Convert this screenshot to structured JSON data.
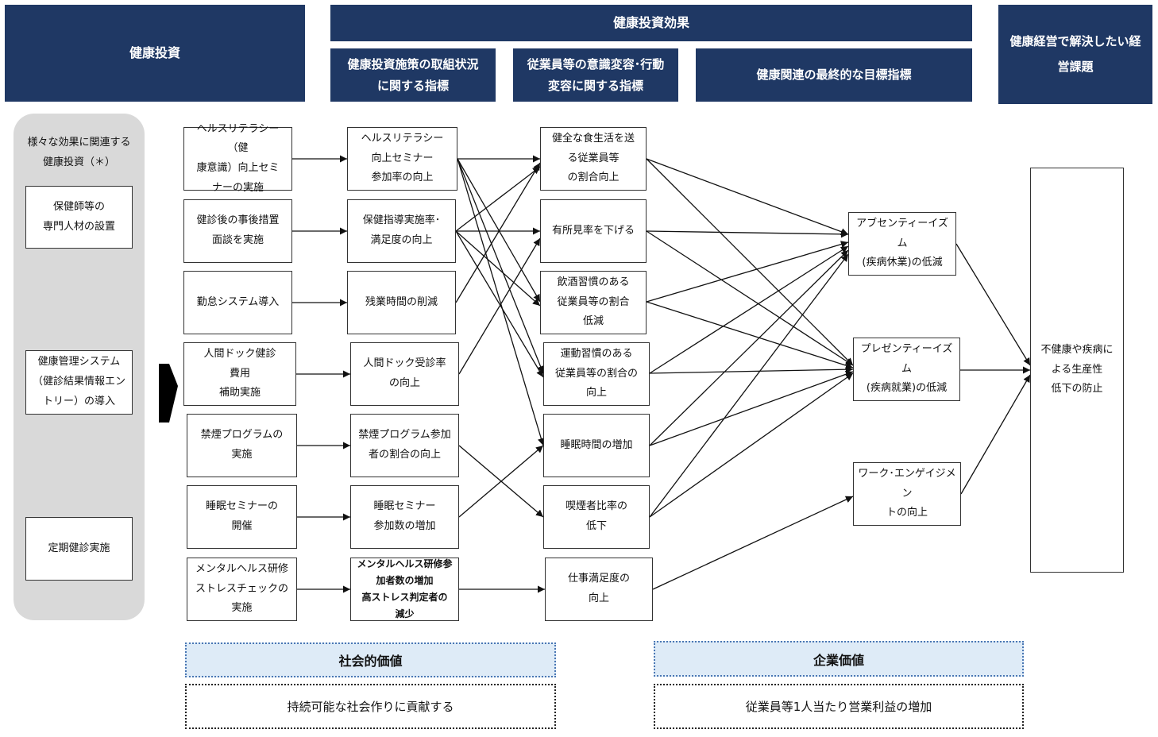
{
  "headers": {
    "investment": "健康投資",
    "effect": "健康投資効果",
    "effect_sub1": "健康投資施策の取組状況\nに関する指標",
    "effect_sub2": "従業員等の意識変容･行動\n変容に関する指標",
    "effect_sub3": "健康関連の最終的な目標指標",
    "issue": "健康経営で解決したい経\n営課題"
  },
  "left_panel": {
    "title": "様々な効果に関連する\n健康投資（＊）",
    "items": [
      "保健師等の\n専門人材の設置",
      "健康管理システム\n（健診結果情報エン\nトリー）の導入",
      "定期健診実施"
    ]
  },
  "investments": [
    "ヘルスリテラシー（健\n康意識）向上セミ\nナーの実施",
    "健診後の事後措置\n面談を実施",
    "勤怠システム導入",
    "人間ドック健診\n費用\n補助実施",
    "禁煙プログラムの\n実施",
    "睡眠セミナーの\n開催",
    "メンタルヘルス研修\nストレスチェックの\n実施"
  ],
  "measures": [
    "ヘルスリテラシー\n向上セミナー\n参加率の向上",
    "保健指導実施率･\n満足度の向上",
    "残業時間の削減",
    "人間ドック受診率\nの向上",
    "禁煙プログラム参加\n者の割合の向上",
    "睡眠セミナー\n参加数の増加",
    "メンタルヘルス研修参\n加者数の増加\n高ストレス判定者の\n減少"
  ],
  "behaviors": [
    "健全な食生活を送\nる従業員等\nの割合向上",
    "有所見率を下げる",
    "飲酒習慣のある\n従業員等の割合\n低減",
    "運動習慣のある\n従業員等の割合の\n向上",
    "睡眠時間の増加",
    "喫煙者比率の\n低下",
    "仕事満足度の\n向上"
  ],
  "goals": [
    "アブセンティーイズム\n(疾病休業)の低減",
    "プレゼンティーイズム\n(疾病就業)の低減",
    "ワーク･エンゲイジメン\nトの向上"
  ],
  "final_issue": "不健康や疾病に\nよる生産性\n低下の防止",
  "values": {
    "social_title": "社会的価値",
    "social_text": "持続可能な社会作りに貢献する",
    "corporate_title": "企業価値",
    "corporate_text": "従業員等1人当たり営業利益の増加"
  },
  "colors": {
    "header_bg": "#1f3864",
    "panel_bg": "#d9d9d9",
    "value_header_bg": "#deebf7"
  }
}
